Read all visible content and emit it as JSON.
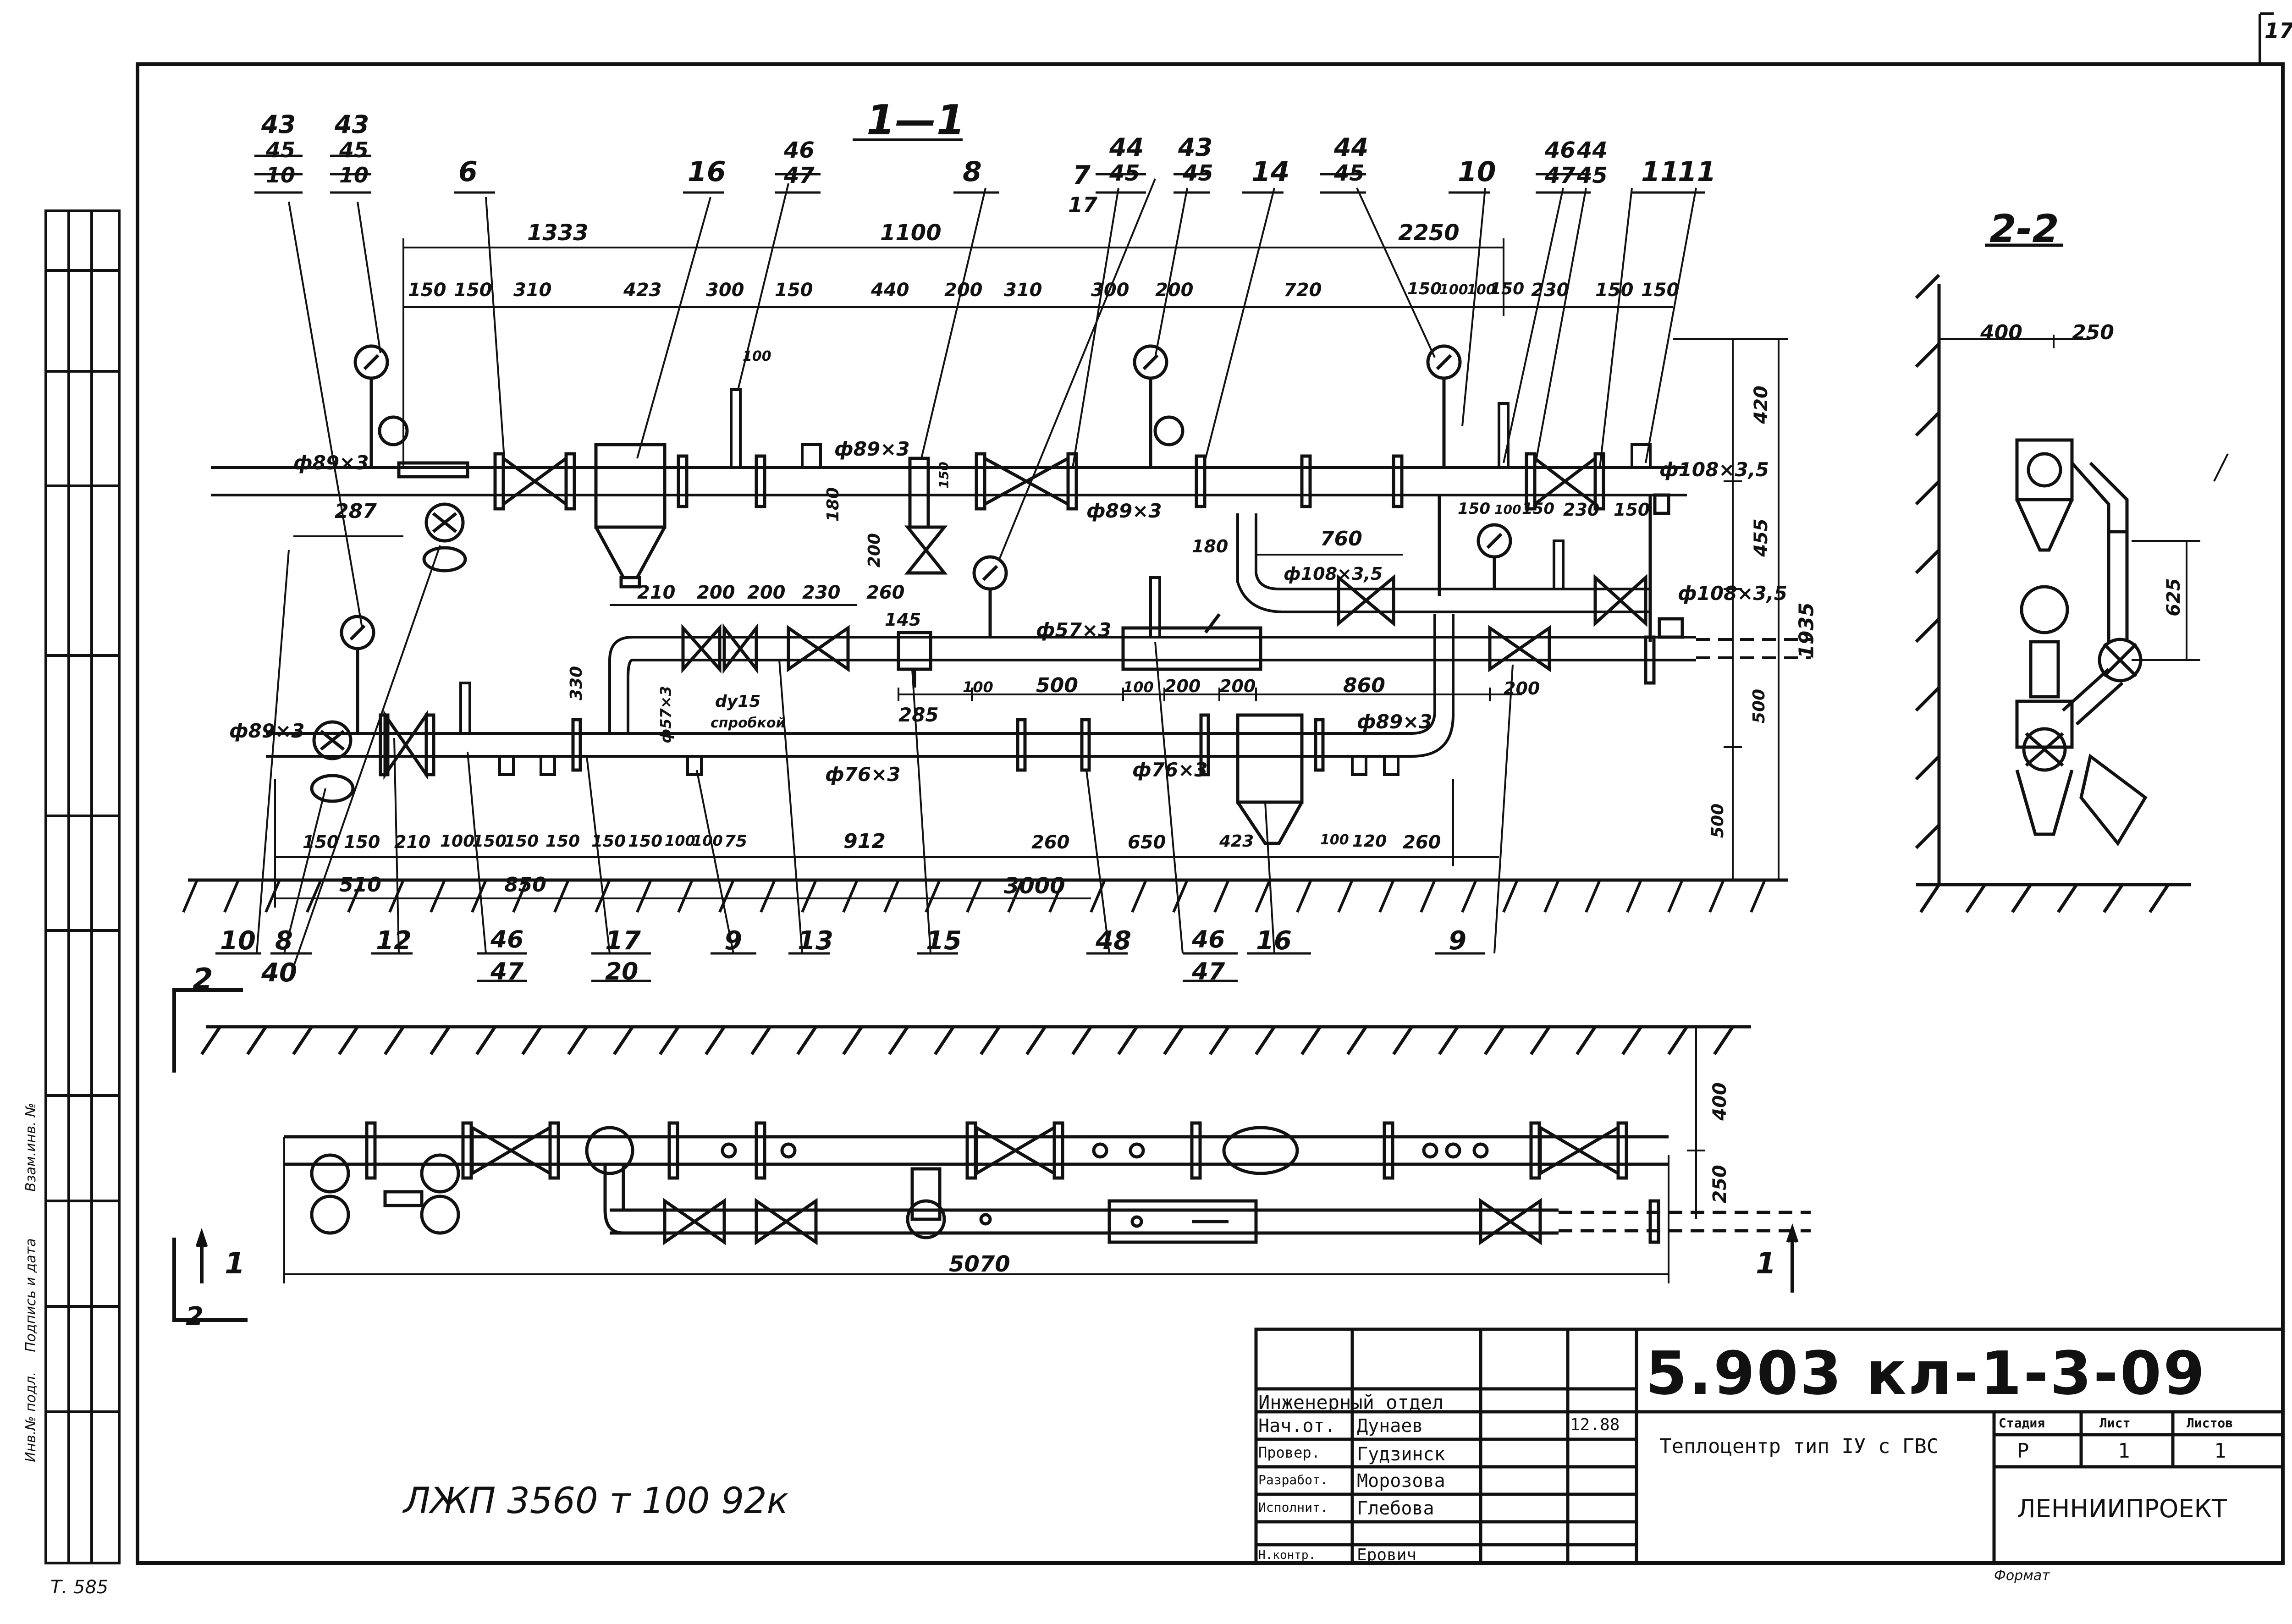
{
  "sheet": {
    "sheet_number": "17",
    "page_note": "Т. 585",
    "format_label": "Формат"
  },
  "sections": {
    "section_1_1": "1—1",
    "section_2_2": "2-2",
    "plan_cut_left": "2",
    "plan_cut_left_bottom": "2",
    "plan_cut_left_num": "1",
    "plan_cut_right_num": "1"
  },
  "leaders_top": [
    {
      "text": "43"
    },
    {
      "text": "45"
    },
    {
      "text": "10"
    },
    {
      "text": "43"
    },
    {
      "text": "45"
    },
    {
      "text": "10"
    },
    {
      "text": "6"
    },
    {
      "text": "16"
    },
    {
      "text": "46"
    },
    {
      "text": "47"
    },
    {
      "text": "8"
    },
    {
      "text": "7"
    },
    {
      "text": "44"
    },
    {
      "text": "45"
    },
    {
      "text": "17"
    },
    {
      "text": "43"
    },
    {
      "text": "45"
    },
    {
      "text": "14"
    },
    {
      "text": "44"
    },
    {
      "text": "45"
    },
    {
      "text": "10"
    },
    {
      "text": "46"
    },
    {
      "text": "47"
    },
    {
      "text": "44"
    },
    {
      "text": "45"
    },
    {
      "text": "11"
    },
    {
      "text": "11"
    }
  ],
  "leaders_bottom": [
    {
      "text": "10"
    },
    {
      "text": "8"
    },
    {
      "text": "40"
    },
    {
      "text": "12"
    },
    {
      "text": "46"
    },
    {
      "text": "47"
    },
    {
      "text": "17"
    },
    {
      "text": "20"
    },
    {
      "text": "9"
    },
    {
      "text": "13"
    },
    {
      "text": "15"
    },
    {
      "text": "48"
    },
    {
      "text": "46"
    },
    {
      "text": "47"
    },
    {
      "text": "16"
    },
    {
      "text": "9"
    }
  ],
  "dims_top_overall": [
    {
      "text": "1333"
    },
    {
      "text": "1100"
    },
    {
      "text": "2250"
    }
  ],
  "dims_top_row": [
    {
      "text": "150"
    },
    {
      "text": "150"
    },
    {
      "text": "310"
    },
    {
      "text": "423"
    },
    {
      "text": "300"
    },
    {
      "text": "150"
    },
    {
      "text": "440"
    },
    {
      "text": "200"
    },
    {
      "text": "310"
    },
    {
      "text": "300"
    },
    {
      "text": "200"
    },
    {
      "text": "720"
    },
    {
      "text": "150"
    },
    {
      "text": "100"
    },
    {
      "text": "100"
    },
    {
      "text": "150"
    },
    {
      "text": "230"
    },
    {
      "text": "150"
    },
    {
      "text": "150"
    }
  ],
  "dims_mid": [
    {
      "text": "287"
    },
    {
      "text": "100"
    },
    {
      "text": "180"
    },
    {
      "text": "200"
    },
    {
      "text": "150"
    },
    {
      "text": "210"
    },
    {
      "text": "200"
    },
    {
      "text": "200"
    },
    {
      "text": "230"
    },
    {
      "text": "260"
    },
    {
      "text": "145"
    },
    {
      "text": "760"
    },
    {
      "text": "180"
    },
    {
      "text": "150"
    },
    {
      "text": "100"
    },
    {
      "text": "150"
    },
    {
      "text": "230"
    },
    {
      "text": "150"
    },
    {
      "text": "330"
    },
    {
      "text": "285"
    },
    {
      "text": "100"
    },
    {
      "text": "500"
    },
    {
      "text": "100"
    },
    {
      "text": "200"
    },
    {
      "text": "200"
    },
    {
      "text": "860"
    },
    {
      "text": "200"
    }
  ],
  "dims_right": [
    {
      "text": "420"
    },
    {
      "text": "455"
    },
    {
      "text": "500"
    },
    {
      "text": "1935"
    },
    {
      "text": "500"
    }
  ],
  "dims_bottom_row": [
    {
      "text": "150"
    },
    {
      "text": "150"
    },
    {
      "text": "210"
    },
    {
      "text": "100"
    },
    {
      "text": "150"
    },
    {
      "text": "150"
    },
    {
      "text": "150"
    },
    {
      "text": "150"
    },
    {
      "text": "150"
    },
    {
      "text": "100"
    },
    {
      "text": "100"
    },
    {
      "text": "75"
    },
    {
      "text": "912"
    },
    {
      "text": "260"
    },
    {
      "text": "650"
    },
    {
      "text": "423"
    },
    {
      "text": "100"
    },
    {
      "text": "120"
    },
    {
      "text": "260"
    }
  ],
  "dims_bottom_overall": [
    {
      "text": "510"
    },
    {
      "text": "850"
    },
    {
      "text": "3000"
    }
  ],
  "pipe_labels": [
    {
      "text": "ф89×3"
    },
    {
      "text": "ф89×3"
    },
    {
      "text": "ф89×3"
    },
    {
      "text": "ф108×3,5"
    },
    {
      "text": "ф108×3,5"
    },
    {
      "text": "ф108×3,5"
    },
    {
      "text": "ф57×3"
    },
    {
      "text": "ф57×3"
    },
    {
      "text": "ф89×3"
    },
    {
      "text": "ф76×3"
    },
    {
      "text": "ф76×3"
    },
    {
      "text": "ф89×3"
    },
    {
      "text": "dy15"
    },
    {
      "text": "спробкой"
    }
  ],
  "section22_dims": [
    {
      "text": "400"
    },
    {
      "text": "250"
    },
    {
      "text": "625"
    }
  ],
  "plan_dims": [
    {
      "text": "400"
    },
    {
      "text": "250"
    },
    {
      "text": "5070"
    }
  ],
  "handwritten_note": "ЛЖП 3560 т 100   92к",
  "side_stamp": [
    {
      "text": "Инв.№ подл."
    },
    {
      "text": "Подпись и дата"
    },
    {
      "text": "Взам.инв. №"
    }
  ],
  "title_block": {
    "doc_code": "5.903 кл-1-3-09",
    "title": "Теплоцентр тип IУ с ГВС",
    "org": "ЛЕННИИПРОЕКТ",
    "department": "Инженерный отдел",
    "roles": [
      {
        "role": "Нач.от.",
        "name": "Дунаев",
        "date": "12.88"
      },
      {
        "role": "Провер.",
        "name": "Гудзинск",
        "date": ""
      },
      {
        "role": "Разработ.",
        "name": "Морозова",
        "date": ""
      },
      {
        "role": "Исполнит.",
        "name": "Глебова",
        "date": ""
      },
      {
        "role": "Н.контр.",
        "name": "Ерович",
        "date": ""
      }
    ],
    "stage_header": "Стадия",
    "sheet_header": "Лист",
    "sheets_header": "Листов",
    "stage": "Р",
    "sheet": "1",
    "sheets": "1"
  },
  "colors": {
    "ink": "#111111",
    "paper": "#ffffff"
  }
}
